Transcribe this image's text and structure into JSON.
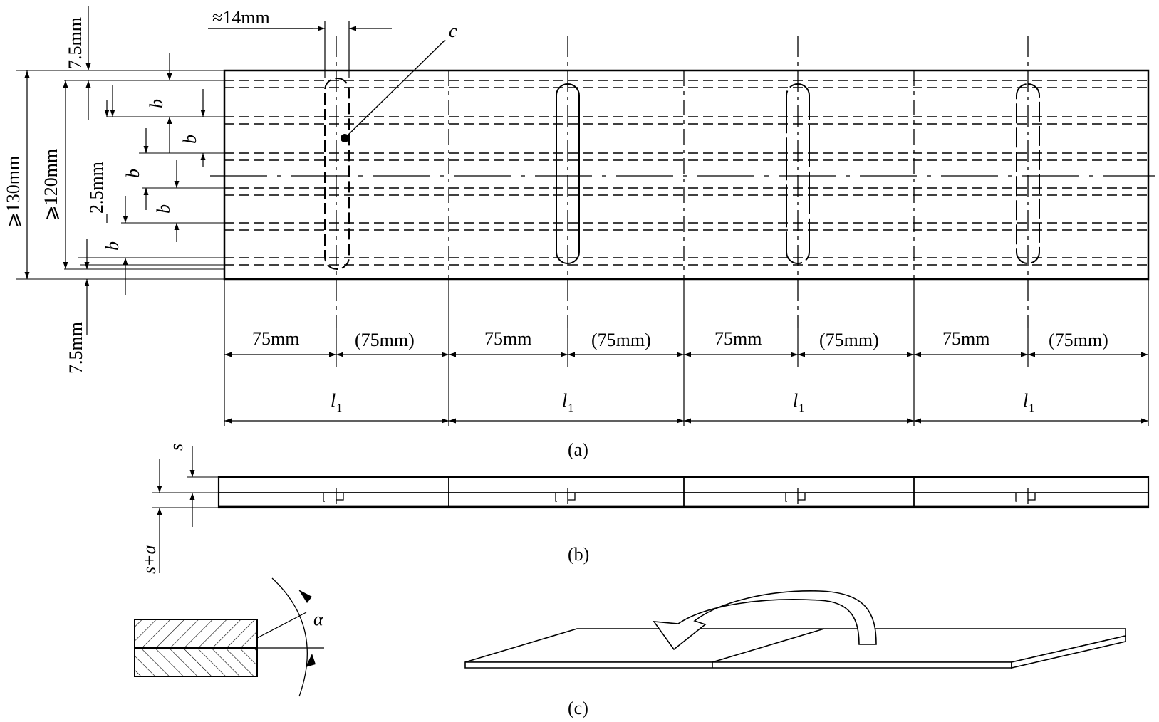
{
  "figure": {
    "a": {
      "caption": "(a)",
      "dim_14": "≈14mm",
      "dim_7_5_top": "7.5mm",
      "dim_7_5_bottom": "7.5mm",
      "dim_130": "⩾130mm",
      "dim_120": "⩾120mm",
      "dim_2_5": "2.5mm",
      "label_c": "c",
      "label_b": "b",
      "seg_75": "75mm",
      "seg_75_paren": "(75mm)",
      "l_main": "l",
      "l_sub": "1"
    },
    "b": {
      "caption": "(b)",
      "label_s": "s",
      "label_sa": "s+a"
    },
    "c": {
      "caption": "(c)",
      "label_alpha": "α"
    },
    "colors": {
      "line": "#000000",
      "background": "#ffffff"
    }
  }
}
